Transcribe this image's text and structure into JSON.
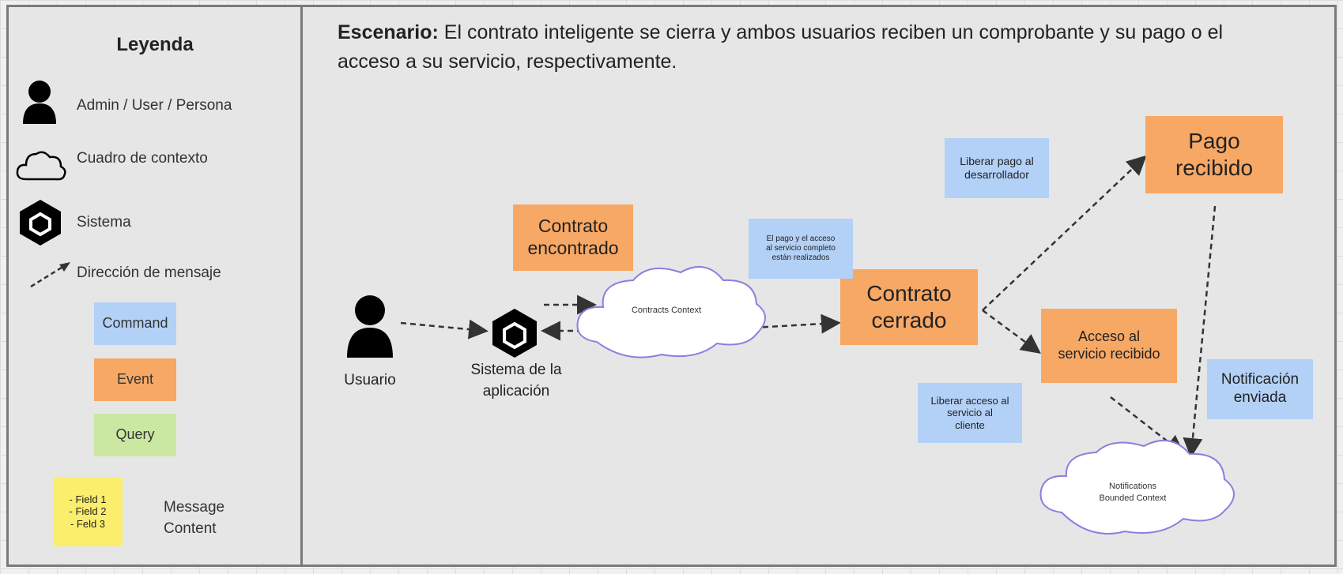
{
  "legend": {
    "title": "Leyenda",
    "items": {
      "persona": "Admin / User / Persona",
      "context": "Cuadro de contexto",
      "system": "Sistema",
      "message_direction": "Dirección de mensaje"
    },
    "command": "Command",
    "event": "Event",
    "query": "Query",
    "fields": [
      "- Field 1",
      "- Field 2",
      "- Feld 3"
    ],
    "message_content": [
      "Message",
      "Content"
    ]
  },
  "scenario": {
    "label": "Escenario:",
    "text": " El contrato inteligente se cierra y ambos usuarios reciben un comprobante y su pago o el acceso a su servicio, respectivamente."
  },
  "actors": {
    "user": "Usuario",
    "system": [
      "Sistema de la",
      "aplicación"
    ]
  },
  "clouds": {
    "contracts": "Contracts Context",
    "notifications": [
      "Notifications",
      "Bounded Context"
    ]
  },
  "events": {
    "contrato_encontrado": [
      "Contrato",
      "encontrado"
    ],
    "contrato_cerrado": [
      "Contrato",
      "cerrado"
    ],
    "pago_recibido": [
      "Pago",
      "recibido"
    ],
    "acceso_recibido": [
      "Acceso al",
      "servicio recibido"
    ]
  },
  "commands": {
    "pago_acceso_realizados": [
      "El pago y el acceso",
      "al servicio completo",
      "están realizados"
    ],
    "liberar_pago": [
      "Liberar pago al",
      "desarrollador"
    ],
    "liberar_acceso": [
      "Liberar acceso al",
      "servicio al",
      "cliente"
    ],
    "notificacion": [
      "Notificación",
      "enviada"
    ]
  },
  "colors": {
    "command": "#b3d1f7",
    "event": "#f7a865",
    "query": "#cbe8a2",
    "note": "#fbee6c",
    "cloud_stroke": "#8a7fe0"
  }
}
